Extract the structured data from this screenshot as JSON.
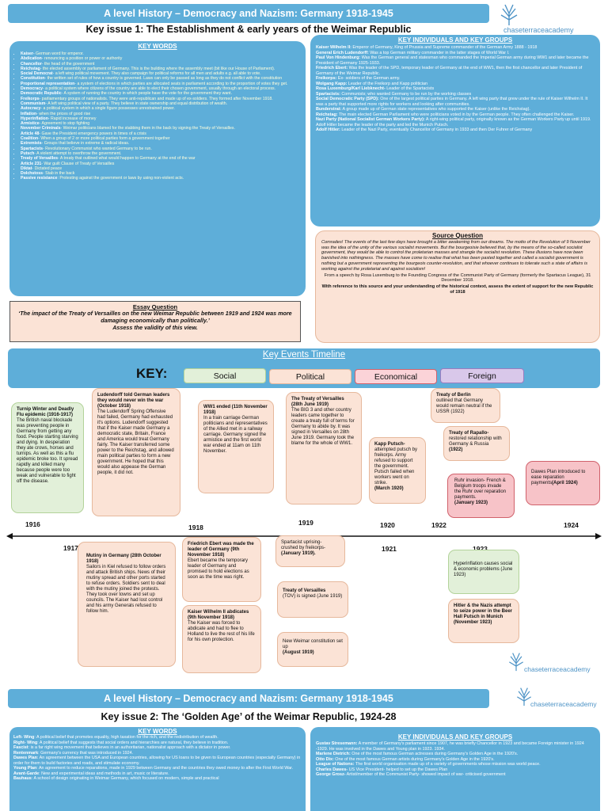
{
  "page1": {
    "banner": "A level History – Democracy and Nazism: Germany 1918-1945",
    "subtitle": "Key issue 1: The Establishment & early years of the Weimar Republic",
    "logo": "chaseterraceacademy",
    "keywords_title": "KEY WORDS",
    "keywords": [
      [
        "Kaiser-",
        " German word for emperor."
      ],
      [
        "Abdication",
        "- renouncing a position or power or authority"
      ],
      [
        "Chancellor",
        "- the head of the government"
      ],
      [
        "Reichstag",
        "- the elected assembly or parliament of Germany. This is the building where the assembly meet (bit like our House of Parliament)."
      ],
      [
        "Social Democrat",
        "- a left wing political movement. They also campaign for political reforms for all men and adults e.g. all able to vote."
      ],
      [
        "Constitution",
        "- the written set of rules of how a country is governed. Laws can only be passed as long as they do not conflict with the constitution"
      ],
      [
        "Proportional representation",
        "- a system of elections in which parties are allocated seats in parliament according to the proportion of votes they get."
      ],
      [
        "Democracy",
        "- a political system where citizens of the country are able to elect their chosen government, usually through an electoral process."
      ],
      [
        "Democratic Republic",
        "- A system of running the country in which people have the vote for the government they want."
      ],
      [
        "Freikorps",
        "- parliamentary groups of nationalists. They were anti-republican and made up of ex-soldiers. They formed after November 1918."
      ],
      [
        "Communism",
        "- A left wing political view of a party. They believe in state ownership and equal distribution of wealth."
      ],
      [
        "Autocracy",
        "- a political system in which a single figure possesses unrestrained power."
      ],
      [
        "Inflation",
        "- when the prices of good rise"
      ],
      [
        "Hyperinflation",
        "- Rapid increase of money"
      ],
      [
        "Armistice",
        "- Agreement to stop fighting"
      ],
      [
        "November Criminals",
        "- Weimar politicians blamed for the stabbing them in the back by signing the Treaty of Versailles."
      ],
      [
        "Article 48",
        "- Gave the President emergency powers in times of a crisis"
      ],
      [
        "Coalition",
        "- When a group of 2 or more political parties form a government together"
      ],
      [
        "Extremists",
        "- Groups that believe in extreme & radical ideas."
      ],
      [
        "Spartacists",
        "- Revolutionary Communist who wanted Germany to be run."
      ],
      [
        "Putsch",
        "- A violent attempt to overthrow the government."
      ],
      [
        "Treaty of Versailles",
        "- A treaty that outlined what would happen to Germany at the end of the war"
      ],
      [
        "Article 231",
        "- War guilt Clause of Treaty of Versailles"
      ],
      [
        "Diktat",
        "- Dictated peace"
      ],
      [
        "Dolchstoss",
        "- Stab in the back"
      ],
      [
        "Passive resistance",
        ": Protesting against the government or laws by using non-violent acts."
      ]
    ],
    "people_title": "KEY INDIVIDUALS AND KEY GROUPS",
    "people": [
      [
        "Kaiser Wilhelm II:",
        " Emperor of Germany, King of Prussia and Supreme commander of the German Army 1888 - 1918"
      ],
      [
        "General Erich Ludendorff:",
        " Was a top German military commander in the latter stages of World War I."
      ],
      [
        "Paul Von Hindenburg:",
        " Was the German general and statesman who commanded the Imperial German army during WW1 and later became the President of Germany 1925-1933."
      ],
      [
        "Friedrich Ebert:",
        " Was the leader of the SPD, temporary leader of Germany at the end of WW1, then the first chancellor and later President of Germany of the Weimar Republic."
      ],
      [
        "Freikorps:",
        " Ex- soldiers of the German army."
      ],
      [
        "Wolgang Kapp:",
        " Leader of the Freikorp and Kapp politician"
      ],
      [
        "Rosa Luxemburg/Karl Liebknecht-",
        " Leader of the Spartacists"
      ],
      [
        "Spartacists:",
        " Communists; who wanted Germany to be run by the working classes"
      ],
      [
        "Social Democratic Party (SPD):",
        " One of the largest political parties in Germany. A left wing party that grew under the rule of Kaiser Wilhelm II. It was a party that supported more rights for workers and looking after communities."
      ],
      [
        "Bunderstrat:",
        " A group made up of German state representatives who supported the Kaiser (unlike the Reichstag)."
      ],
      [
        "Reichstag:",
        " The main elected German Parliament who were politicians voted in by the German people. They often challenged the Kaiser."
      ],
      [
        "Nazi Party (National Socialist German Workers Party):",
        " A right-wing political party, originally known as the German Workers Party up until 1919. Adolf Hitler became the leader of the party and led the Munich Putsch."
      ],
      [
        "Adolf Hitler:",
        " Leader of the Nazi Party, eventually Chancellor of Germany in 1933 and then Der Fuhrer of Germany"
      ]
    ],
    "source_title": "Source Question",
    "source_text": "Comrades! The events of the last few days have brought a bitter awakening from our dreams. The motto of the Revolution of 9 November was the idea of the unity of the various socialist movements. But the bourgeoisie believed that, by the means of the so-called socialist government, they would be able to control the proletarian masses and strangle the socialist revolution. These illusions have now been banished into nothingness. The masses have come to realise that what has been pasted together and called a socialist government is nothing but a government representing the bourgeois counter-revolution, and that whoever continues to tolerate such a state of affairs is working against the proletariat and against socialism!",
    "source_cite": "From a speech by Rosa Luxemburg to the Founding Congress of the Communist Party of Germany (formerly the Spartacus League), 31 December 1918.",
    "source_q": "With reference to this source and your understanding of the historical context, assess the extent of support for the new Republic of 1918",
    "essay_title": "Essay Question",
    "essay_text": "‘The impact of the Treaty of Versailles on the new Weimar Republic between 1919 and 1924 was more damaging economically than politically.’",
    "essay_q": "Assess the validity of this view.",
    "timeline_title": "Key Events Timeline",
    "key_label": "KEY:",
    "key_items": [
      "Social",
      "Political",
      "Economical",
      "Foreign"
    ],
    "years_top": [
      "1916",
      "1918",
      "1919",
      "1920",
      "1922",
      "1924"
    ],
    "years_bottom": [
      "1917",
      "1921",
      "1923"
    ],
    "events": {
      "turnip": {
        "title": "Turnip Winter and Deadly Flu epidemic (1916-1917)",
        "body": "The British naval blockade was preventing people in Germany from getting any food. People starting starving and dying. In desperation they ate crows, horses and turnips. As well as this a flu epidemic broke too. It spread rapidly and killed many because people were too weak and vulnerable to fight off the disease."
      },
      "ludendorff": {
        "title": "Ludendorff told German leaders they would never win the war (October 1918)",
        "body": "The Ludendorff Spring Offensive had failed, Germany had exhausted it's options. Ludendorff suggested that if the Kaiser made Germany a democratic state, Britain, France and America would treat Germany fairly. The Kaiser transferred some power to the Reichstag, and allowed main political parties to form a new government. He hoped that this would also appease the German people, it did not."
      },
      "ww1": {
        "title": "WW1 ended (11th November 1918)",
        "body": "In a train carriage German politicians and representatives of the Allied met in a railway carriage. Germany signed the armistice and the first world war ended at 11am on 11th November."
      },
      "treaty": {
        "title": "The Treaty of Versailles (28th June 1919)",
        "body": "The BIG 3 and other country leaders came together to create a treaty full of terms for Germany to abide by. It was signed in Versailles on 28th June 1919. Germany took the blame for the whole of WW1."
      },
      "kapp": {
        "title": "Kapp Putsch-",
        "body": "attempted putsch by freikorps. Army refused to support the government. Putsch failed when workers went on strike.",
        "date": "(March 1920)"
      },
      "berlin": {
        "title": "Treaty of Berlin",
        "body": "outlined that Germany would remain neutral if the USSR (1922)"
      },
      "rapallo": {
        "title": "Treaty of Rapallo-",
        "body": "restored relationship with Germany & Russia",
        "date": "(1922)"
      },
      "ruhr": {
        "body": "Ruhr invasion- French & Belgium troops invade the Ruhr over reparation payments.",
        "date": "(January 1923)"
      },
      "dawes": {
        "body": "Dawes Plan introduced to ease reparation payments",
        "date": "(April 1924)"
      },
      "mutiny": {
        "title": "Mutiny in Germany (28th October 1918)",
        "body": "Sailors in Kiel refused to follow orders and attack British ships. News of their mutiny spread and other ports started to refuse orders. Soldiers sent to deal with the mutiny joined the protests. They took over towns and set up councils. The Kaiser had lost control and his army Generals refused to follow him."
      },
      "ebert": {
        "title": "Friedrich Ebert was made the leader of Germany (9th November 1918)",
        "body": "Ebert became the temporary leader of Germany and promised to hold elections as soon as the time was right."
      },
      "abdicates": {
        "title": "Kaiser Wilhelm II abdicates (9th November 1918)",
        "body": "The Kaiser was forced to abdicate and had to flee to Holland to live the rest of his life for his own protection."
      },
      "spartacist": {
        "body": "Spartacist uprising- crushed by freikorps-",
        "date": "(January 1919)."
      },
      "tov": {
        "title": "Treaty of Versailles",
        "body": "(TOV) is signed (June 1919)"
      },
      "constitution": {
        "body": "New Weimar constitution set up",
        "date": "(August 1919)"
      },
      "hyper": {
        "body": "Hyperinflation causes social & economic problems (June 1923)"
      },
      "hitler": {
        "title": "Hitler & the Nazis attempt to seize power in the Beer Hall Putsch in Munich",
        "date": "(November 1923)"
      }
    }
  },
  "page2": {
    "banner": "A level History – Democracy and Nazism: Germany 1918-1945",
    "subtitle": "Key issue 2: The ‘Golden Age’ of the Weimar Republic, 1924-28",
    "logo": "chaseterraceacademy",
    "keywords_title": "KEY WORDS",
    "keywords": [
      [
        "Left- Wing",
        ": A political belief that promotes equality, high taxation for the rich, and the redistribution of wealth."
      ],
      [
        "Right- Wing",
        ": A political belief that suggests that social orders and hierarchies are natural, they believe in tradition."
      ],
      [
        "Fascist",
        ": is a far right wing movement that believes in an authoritarian, nationalist approach with a dictator in power."
      ],
      [
        "Rentenmark",
        ": Germany's currency that was introduced in 1924."
      ],
      [
        "Dawes Plan",
        ": An agreement between the USA and European countries, allowing for US loans to be given to European countries (especially Germany) in order for them to build factories and roads, and stimulate economy."
      ],
      [
        "Young Plan",
        ": An agreement to reduce reparations, made in 1929 between Germany and the countries they owed money to after the First World War."
      ],
      [
        "Avant-Garde",
        ": New and experimental ideas and methods in art, music or literature."
      ],
      [
        "Bauhaus",
        ": A school of design originating in Weimar Germany, which focused on modern, simple and practical"
      ]
    ],
    "people_title": "KEY INDIVIDUALS AND KEY GROUPS",
    "people": [
      [
        "Gustav Stresemann:",
        " A member of Germany's parliament since 1907, he was briefly Chancellor in 1923 and became Foreign minister in 1924 -1929. He was involved in the Dawes and Young plan in 1923. 1934."
      ],
      [
        "Marlene Dietrich:",
        " One of the most famous German actresses during Germany's Golden Age in the 1920's."
      ],
      [
        "Otto Dix:",
        " One of the most famous German artists during Germany's Golden Age in the 1920's."
      ],
      [
        "League of Nations:",
        " The first world organisation made up of a variety of governments whose mission was world peace."
      ],
      [
        "Charles Dawes-",
        " US Vice President- helped to set up the Dawes Plan"
      ],
      [
        "George Grosz-",
        " Artist/member of the Communist Party- showed impact of war- criticised government"
      ]
    ]
  }
}
